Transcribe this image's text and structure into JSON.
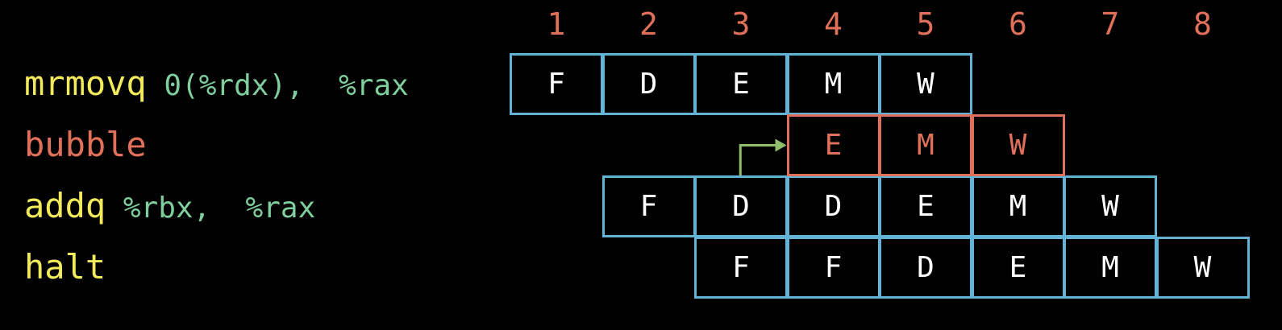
{
  "colors": {
    "background": "#000000",
    "cycle_number": "#e0705a",
    "mnemonic": "#f2ea5a",
    "operand": "#7fcf9e",
    "bubble": "#e0705a",
    "stage_border": "#62b3d6",
    "stage_text": "#ffffff",
    "arrow": "#8fbf6a"
  },
  "cycles": [
    "1",
    "2",
    "3",
    "4",
    "5",
    "6",
    "7",
    "8"
  ],
  "instructions": [
    {
      "mnemonic": "mrmovq",
      "operands": "0(%rdx),  %rax",
      "mnemonic_color": "#f2ea5a",
      "stages": [
        {
          "cycle": 1,
          "label": "F"
        },
        {
          "cycle": 2,
          "label": "D"
        },
        {
          "cycle": 3,
          "label": "E"
        },
        {
          "cycle": 4,
          "label": "M"
        },
        {
          "cycle": 5,
          "label": "W"
        }
      ]
    },
    {
      "mnemonic": "bubble",
      "operands": "",
      "mnemonic_color": "#e0705a",
      "is_bubble": true,
      "stages": [
        {
          "cycle": 4,
          "label": "E"
        },
        {
          "cycle": 5,
          "label": "M"
        },
        {
          "cycle": 6,
          "label": "W"
        }
      ]
    },
    {
      "mnemonic": "addq",
      "operands": "%rbx,  %rax",
      "mnemonic_color": "#f2ea5a",
      "stages": [
        {
          "cycle": 2,
          "label": "F"
        },
        {
          "cycle": 3,
          "label": "D"
        },
        {
          "cycle": 4,
          "label": "D"
        },
        {
          "cycle": 5,
          "label": "E"
        },
        {
          "cycle": 6,
          "label": "M"
        },
        {
          "cycle": 7,
          "label": "W"
        }
      ]
    },
    {
      "mnemonic": "halt",
      "operands": "",
      "mnemonic_color": "#f2ea5a",
      "stages": [
        {
          "cycle": 3,
          "label": "F"
        },
        {
          "cycle": 4,
          "label": "F"
        },
        {
          "cycle": 5,
          "label": "D"
        },
        {
          "cycle": 6,
          "label": "E"
        },
        {
          "cycle": 7,
          "label": "M"
        },
        {
          "cycle": 8,
          "label": "W"
        }
      ]
    }
  ],
  "forwarding": {
    "from": {
      "instruction": 2,
      "cycle": 3
    },
    "to": {
      "instruction": 1,
      "cycle": 4
    }
  }
}
